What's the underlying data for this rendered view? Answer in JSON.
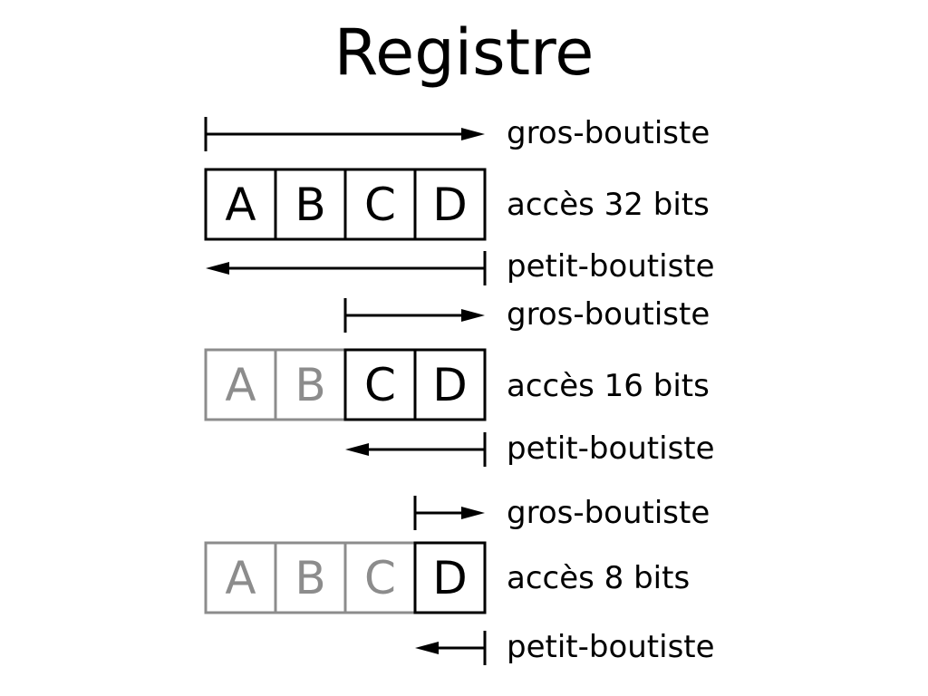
{
  "title": "Registre",
  "bytes": [
    "A",
    "B",
    "C",
    "D"
  ],
  "colors": {
    "active": "#000000",
    "inactive": "#8c8c8c"
  },
  "groups": [
    {
      "access_label": "accès 32 bits",
      "big_endian_label": "gros-boutiste",
      "little_endian_label": "petit-boutiste",
      "accessed_bytes": 4
    },
    {
      "access_label": "accès 16 bits",
      "big_endian_label": "gros-boutiste",
      "little_endian_label": "petit-boutiste",
      "accessed_bytes": 2
    },
    {
      "access_label": "accès 8 bits",
      "big_endian_label": "gros-boutiste",
      "little_endian_label": "petit-boutiste",
      "accessed_bytes": 1
    }
  ]
}
